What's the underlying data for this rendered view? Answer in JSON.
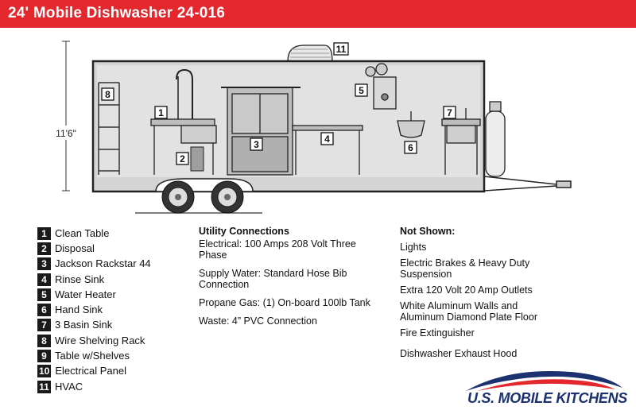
{
  "header": {
    "title": "24' Mobile Dishwasher 24-016"
  },
  "diagram": {
    "height_label": "11'6\"",
    "callouts": [
      "1",
      "2",
      "3",
      "4",
      "5",
      "6",
      "7",
      "8",
      "11"
    ]
  },
  "legend": [
    {
      "num": "1",
      "label": "Clean Table"
    },
    {
      "num": "2",
      "label": "Disposal"
    },
    {
      "num": "3",
      "label": "Jackson Rackstar 44"
    },
    {
      "num": "4",
      "label": "Rinse Sink"
    },
    {
      "num": "5",
      "label": "Water Heater"
    },
    {
      "num": "6",
      "label": "Hand Sink"
    },
    {
      "num": "7",
      "label": "3 Basin Sink"
    },
    {
      "num": "8",
      "label": "Wire Shelving Rack"
    },
    {
      "num": "9",
      "label": "Table w/Shelves"
    },
    {
      "num": "10",
      "label": "Electrical Panel"
    },
    {
      "num": "11",
      "label": "HVAC"
    }
  ],
  "utility": {
    "title": "Utility Connections",
    "items": [
      "Electrical: 100 Amps 208 Volt Three Phase",
      "Supply Water: Standard Hose Bib Connection",
      "Propane Gas: (1) On-board 100lb Tank",
      "Waste: 4” PVC Connection"
    ]
  },
  "not_shown": {
    "title": "Not Shown:",
    "items": [
      "Lights",
      "Electric Brakes & Heavy Duty Suspension",
      "Extra 120 Volt 20 Amp Outlets",
      "White Aluminum Walls and Aluminum Diamond Plate Floor",
      "Fire Extinguisher",
      "Dishwasher Exhaust Hood"
    ]
  },
  "logo": {
    "text": "U.S. MOBILE KITCHENS",
    "colors": {
      "blue": "#1c3170",
      "red": "#e3272d"
    }
  },
  "colors": {
    "header": "#e3272d",
    "trailer": "#d4d4d4",
    "equipment": "#bdbdbd",
    "outline": "#222222"
  }
}
